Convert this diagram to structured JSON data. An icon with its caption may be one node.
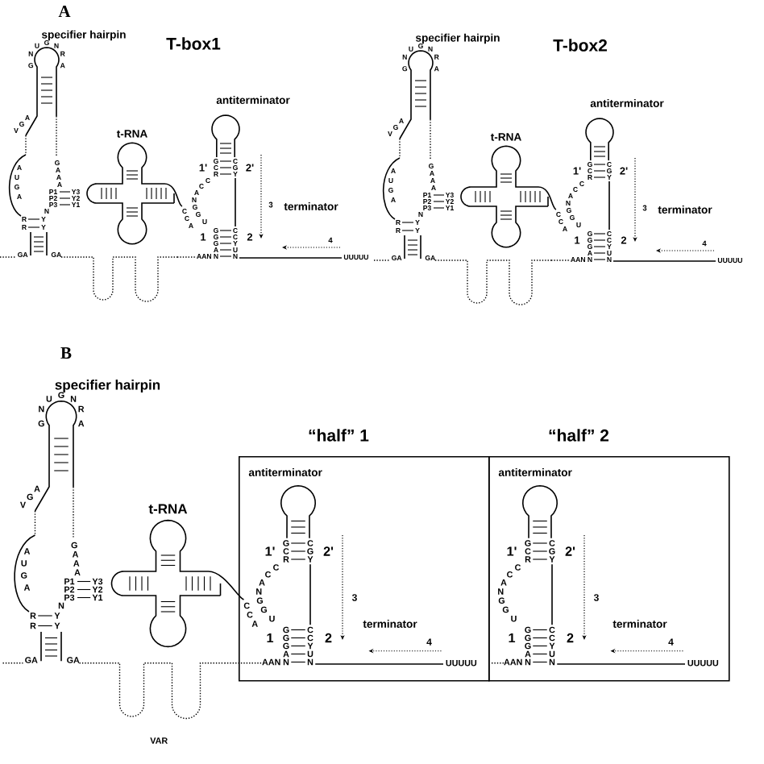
{
  "diagram": {
    "nodes": [
      {
        "text": [
          "“half” 1",
          "antiterminator",
          "terminator"
        ]
      },
      {
        "text": [
          "“half” 2",
          "antiterminator",
          "terminator"
        ]
      }
    ],
    "labels": [
      "A",
      "specifier hairpin",
      "G",
      "N",
      "U",
      "G",
      "N",
      "R",
      "A",
      "A",
      "G",
      "V",
      "A",
      "U",
      "G",
      "A",
      "G",
      "A",
      "A",
      "A",
      "P1",
      "Y3",
      "P2",
      "Y2",
      "P3",
      "Y1",
      "N",
      "R",
      "Y",
      "R",
      "Y",
      "GA",
      "GA",
      "t-RNA",
      "antiterminator",
      "G",
      "C",
      "1'",
      "C",
      "G",
      "2'",
      "R",
      "Y",
      "C",
      "C",
      "A",
      "N",
      "G",
      "G",
      "U",
      "C",
      "C",
      "A",
      "G",
      "C",
      "1",
      "G",
      "C",
      "2",
      "G",
      "Y",
      "A",
      "U",
      "AAN",
      "N",
      "N",
      "3",
      "terminator",
      "4",
      "UUUUU",
      "T-box1",
      "specifier hairpin",
      "G",
      "N",
      "U",
      "G",
      "N",
      "R",
      "A",
      "A",
      "G",
      "V",
      "A",
      "U",
      "G",
      "A",
      "G",
      "A",
      "A",
      "A",
      "P1",
      "Y3",
      "P2",
      "Y2",
      "P3",
      "Y1",
      "N",
      "R",
      "Y",
      "R",
      "Y",
      "GA",
      "GA",
      "t-RNA",
      "antiterminator",
      "G",
      "C",
      "1'",
      "C",
      "G",
      "2'",
      "R",
      "Y",
      "C",
      "C",
      "A",
      "N",
      "G",
      "G",
      "U",
      "C",
      "C",
      "A",
      "G",
      "C",
      "1",
      "G",
      "C",
      "2",
      "G",
      "Y",
      "A",
      "U",
      "AAN",
      "N",
      "N",
      "3",
      "terminator",
      "4",
      "UUUUU",
      "T-box2",
      "B",
      "specifier hairpin",
      "G",
      "N",
      "U",
      "G",
      "N",
      "R",
      "A",
      "A",
      "G",
      "V",
      "A",
      "U",
      "G",
      "A",
      "G",
      "A",
      "A",
      "A",
      "P1",
      "Y3",
      "P2",
      "Y2",
      "P3",
      "Y1",
      "N",
      "R",
      "Y",
      "R",
      "Y",
      "GA",
      "GA",
      "t-RNA",
      "VAR",
      "G",
      "C",
      "1'",
      "C",
      "G",
      "2'",
      "R",
      "Y",
      "C",
      "C",
      "A",
      "N",
      "G",
      "G",
      "U",
      "C",
      "C",
      "A",
      "G",
      "C",
      "1",
      "G",
      "C",
      "2",
      "G",
      "Y",
      "A",
      "U",
      "AAN",
      "N",
      "N",
      "3",
      "4",
      "UUUUU",
      "G",
      "C",
      "1'",
      "C",
      "G",
      "2'",
      "R",
      "Y",
      "C",
      "C",
      "A",
      "N",
      "G",
      "G",
      "U",
      "G",
      "C",
      "1",
      "G",
      "C",
      "2",
      "G",
      "Y",
      "A",
      "U",
      "AAN",
      "N",
      "N",
      "3",
      "4",
      "UUUUU"
    ]
  }
}
